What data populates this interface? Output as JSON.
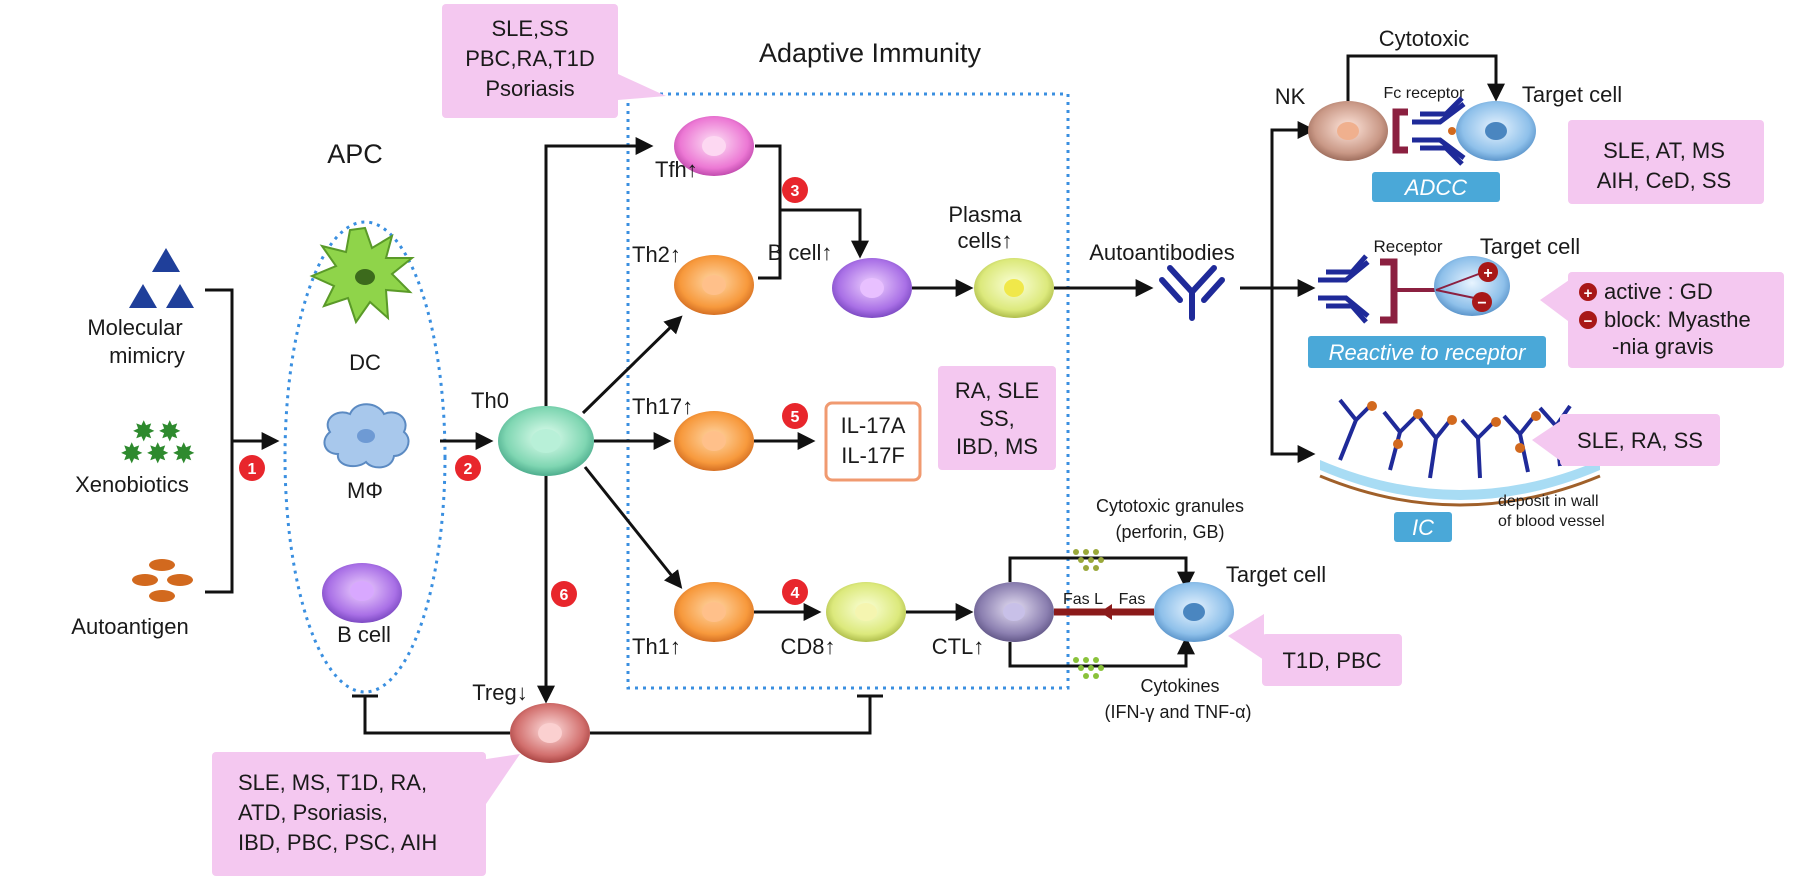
{
  "titles": {
    "adaptive": "Adaptive Immunity",
    "apc": "APC"
  },
  "inducers": {
    "molecular_mimicry": [
      "Molecular",
      "mimicry"
    ],
    "xenobiotics": "Xenobiotics",
    "autoantigen": "Autoantigen"
  },
  "apc_cells": {
    "dc": "DC",
    "macrophage": "MΦ",
    "b_cell": "B cell"
  },
  "cells": {
    "th0": "Th0",
    "tfh": "Tfh↑",
    "th2": "Th2↑",
    "th17": "Th17↑",
    "th1": "Th1↑",
    "b_cell": "B cell↑",
    "plasma": [
      "Plasma",
      "cells↑"
    ],
    "cd8": "CD8↑",
    "ctl": "CTL↑",
    "treg": "Treg↓",
    "nk": "NK"
  },
  "badges": [
    "1",
    "2",
    "3",
    "4",
    "5",
    "6"
  ],
  "il17": [
    "IL-17A",
    "IL-17F"
  ],
  "autoantibodies": "Autoantibodies",
  "effector": {
    "cytotoxic": "Cytotoxic",
    "fc_receptor": "Fc receptor",
    "target_cell": "Target cell",
    "adcc": "ADCC",
    "receptor": "Receptor",
    "reactive": "Reactive to receptor",
    "ic": "IC",
    "deposit": [
      "deposit in wall",
      "of blood vessel"
    ],
    "granules": [
      "Cytotoxic granules",
      "(perforin,  GB)"
    ],
    "cytokines": [
      "Cytokines",
      "(IFN-γ and TNF-α)"
    ],
    "fas_l": "Fas L",
    "fas": "Fas",
    "active_symbol": "+",
    "block_symbol": "−"
  },
  "disease_boxes": {
    "tfh": [
      "SLE,SS",
      "PBC,RA,T1D",
      "Psoriasis"
    ],
    "adcc": [
      "SLE,   AT,   MS",
      "AIH,   CeD,   SS"
    ],
    "receptor": [
      "active : GD",
      "block: Myasthe",
      "-nia gravis"
    ],
    "ic": "SLE, RA, SS",
    "th17": [
      "RA, SLE",
      "SS,",
      "IBD, MS"
    ],
    "ctl": "T1D, PBC",
    "treg": [
      "SLE, MS, T1D, RA,",
      "ATD, Psoriasis,",
      "IBD, PBC, PSC, AIH"
    ]
  },
  "colors": {
    "pink_box": "#f4c8f0",
    "badge_red": "#e8262c",
    "antibody_blue": "#1f2a99",
    "receptor_maroon": "#8b2040",
    "tag_blue": "#4aa8d8",
    "dotted_blue": "#3a8fe0",
    "fas_red": "#8b1a1a"
  }
}
